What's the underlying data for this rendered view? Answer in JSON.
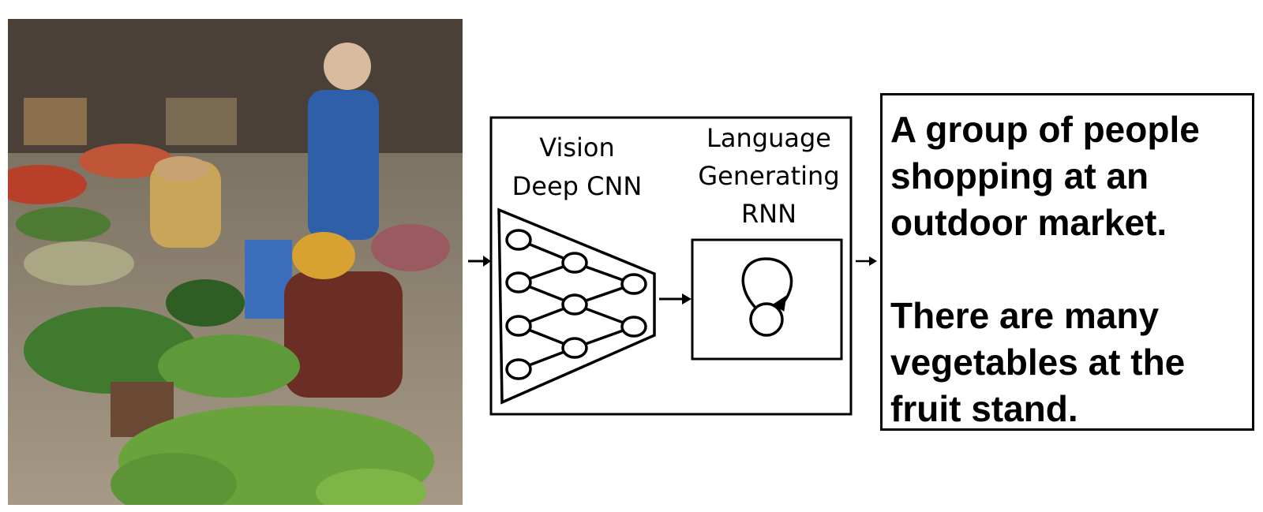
{
  "figure": {
    "input_image": {
      "description": "Photo of an outdoor market with people shopping among vegetables and fruit"
    },
    "vision_module": {
      "title_line1": "Vision",
      "title_line2": "Deep CNN"
    },
    "language_module": {
      "title_line1": "Language",
      "title_line2": "Generating",
      "title_line3": "RNN"
    },
    "output_caption": {
      "sentence1": [
        "A group of people",
        "shopping at an",
        "outdoor market."
      ],
      "sentence2": [
        "There are many",
        "vegetables at the",
        "fruit stand."
      ]
    }
  }
}
